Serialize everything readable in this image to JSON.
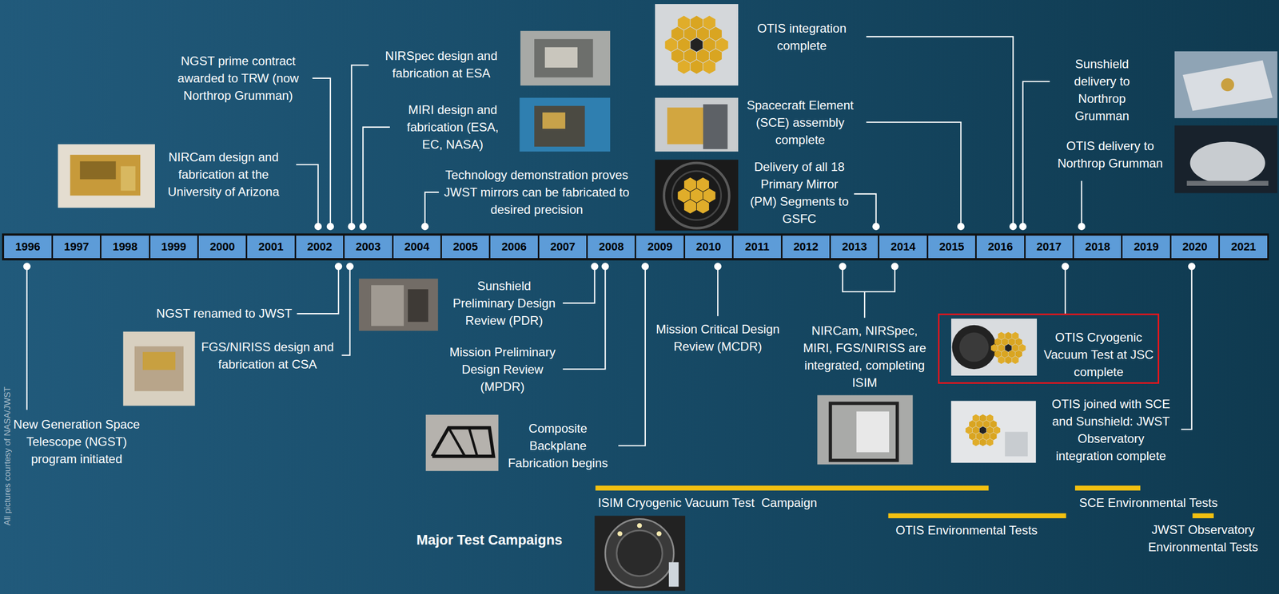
{
  "diagram": {
    "nodes": [
      {
        "text": [
          "1996"
        ]
      },
      {
        "text": [
          "1997"
        ]
      },
      {
        "text": [
          "1998"
        ]
      },
      {
        "text": [
          "1999"
        ]
      },
      {
        "text": [
          "2000"
        ]
      },
      {
        "text": [
          "2001"
        ]
      },
      {
        "text": [
          "2002"
        ]
      },
      {
        "text": [
          "2003"
        ]
      },
      {
        "text": [
          "2004"
        ]
      },
      {
        "text": [
          "2005"
        ]
      },
      {
        "text": [
          "2006"
        ]
      },
      {
        "text": [
          "2007"
        ]
      },
      {
        "text": [
          "2008"
        ]
      },
      {
        "text": [
          "2009"
        ]
      },
      {
        "text": [
          "2010"
        ]
      },
      {
        "text": [
          "2011"
        ]
      },
      {
        "text": [
          "2012"
        ]
      },
      {
        "text": [
          "2013"
        ]
      },
      {
        "text": [
          "2014"
        ]
      },
      {
        "text": [
          "2015"
        ]
      },
      {
        "text": [
          "2016"
        ]
      },
      {
        "text": [
          "2017"
        ]
      },
      {
        "text": [
          "2018"
        ]
      },
      {
        "text": [
          "2019"
        ]
      },
      {
        "text": [
          "2020"
        ]
      },
      {
        "text": [
          "2021"
        ]
      },
      {
        "text": [
          "OTIS Cryogenic Vacuum Test at JSC complete"
        ]
      }
    ],
    "labels": [
      "NIRCam design and fabrication at the University of Arizona",
      "NGST prime contract awarded to TRW (now Northrop Grumman)",
      "NIRSpec design and fabrication at ESA",
      "MIRI design and fabrication (ESA, EC, NASA)",
      "Technology demonstration proves JWST mirrors can be fabricated to desired precision",
      "OTIS integration complete",
      "Spacecraft Element (SCE) assembly complete",
      "Delivery of all 18 Primary Mirror (PM) Segments to GSFC",
      "Sunshield delivery to Northrop Grumman",
      "OTIS delivery to Northrop Grumman",
      "New Generation Space Telescope (NGST) program initiated",
      "NGST renamed to JWST",
      "FGS/NIRISS design and fabrication at CSA",
      "Sunshield Preliminary Design Review (PDR)",
      "Mission Preliminary Design Review (MPDR)",
      "Composite Backplane Fabrication begins",
      "Mission Critical Design Review (MCDR)",
      "NIRCam, NIRSpec, MIRI, FGS/NIRISS are integrated, completing ISIM",
      "OTIS joined with SCE and Sunshield: JWST Observatory integration complete",
      "ISIM Cryogenic Vacuum Test  Campaign",
      "OTIS Environmental Tests",
      "SCE Environmental Tests",
      "JWST Observatory Environmental Tests",
      "Major Test Campaigns",
      "All pictures courtesy of NASA/JWST"
    ]
  }
}
